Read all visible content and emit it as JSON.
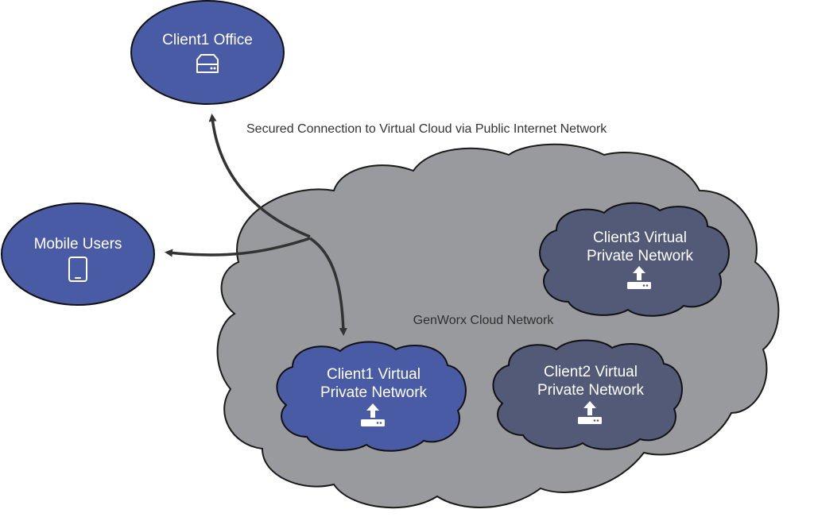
{
  "colors": {
    "node_fill": "#4a5ba6",
    "node_stroke": "#111111",
    "vpn_other_fill": "#525a78",
    "cloud_fill": "#999a9d",
    "arrow": "#333333",
    "text_on_node": "#ffffff"
  },
  "caption": "Secured Connection to Virtual Cloud via Public Internet Network",
  "cloud": {
    "label": "GenWorx Cloud Network"
  },
  "nodes": {
    "office": {
      "label": "Client1 Office",
      "icon": "server-drive-icon"
    },
    "mobile": {
      "label": "Mobile Users",
      "icon": "tablet-icon"
    },
    "vpn1": {
      "line1": "Client1 Virtual",
      "line2": "Private Network",
      "icon": "upload-server-icon"
    },
    "vpn2": {
      "line1": "Client2 Virtual",
      "line2": "Private Network",
      "icon": "upload-server-icon"
    },
    "vpn3": {
      "line1": "Client3 Virtual",
      "line2": "Private Network",
      "icon": "upload-server-icon"
    }
  }
}
